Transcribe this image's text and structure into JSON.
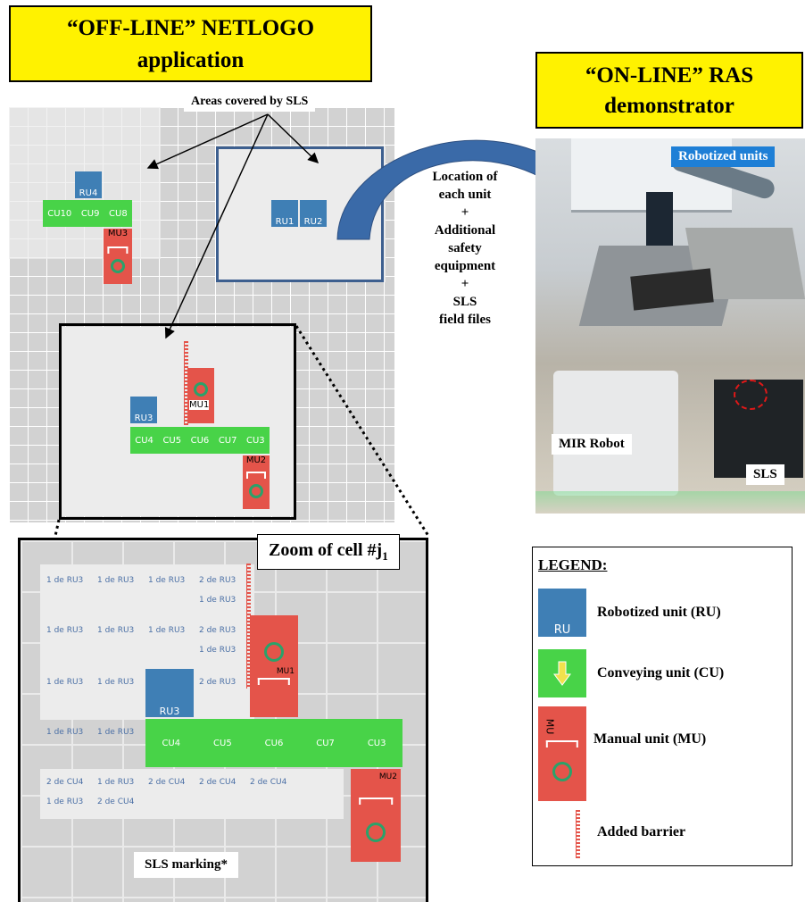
{
  "offline_title": [
    "“OFF-LINE” NETLOGO",
    "application"
  ],
  "online_title": [
    "“ON-LINE” RAS",
    "demonstrator"
  ],
  "sls_areas_label": "Areas covered by SLS",
  "center_text": [
    "Location of",
    "each unit",
    "+",
    "Additional",
    "safety",
    "equipment",
    "+",
    "SLS",
    "field files"
  ],
  "photo_labels": {
    "robotized_units": "Robotized units",
    "mir_robot": "MIR Robot",
    "sls": "SLS"
  },
  "zoom_label": {
    "text": "Zoom of cell #j",
    "sub": "1"
  },
  "sls_marking": "SLS marking*",
  "legend": {
    "title": "LEGEND:",
    "ru": "Robotized unit (RU)",
    "cu": "Conveying unit (CU)",
    "mu": "Manual unit (MU)",
    "barrier": "Added barrier"
  },
  "units_top": {
    "ru4": "RU4",
    "cu10": "CU10",
    "cu9": "CU9",
    "cu8": "CU8",
    "mu3": "MU3",
    "ru1": "RU1",
    "ru2": "RU2"
  },
  "units_mid": {
    "ru3": "RU3",
    "mu1": "MU1",
    "cu4": "CU4",
    "cu5": "CU5",
    "cu6": "CU6",
    "cu7": "CU7",
    "cu3": "CU3",
    "mu2": "MU2"
  },
  "zoom_units": {
    "ru3": "RU3",
    "mu1": "MU1",
    "cu4": "CU4",
    "cu5": "CU5",
    "cu6": "CU6",
    "cu7": "CU7",
    "cu3": "CU3",
    "mu2": "MU2"
  },
  "zoom_cells": {
    "r1c1": "1 de RU3",
    "r1c2": "1 de RU3",
    "r1c3": "1 de RU3",
    "r1c4a": "2 de RU3",
    "r1c4b": "1 de RU3",
    "r2c1": "1 de RU3",
    "r2c2": "1 de RU3",
    "r2c3": "1 de RU3",
    "r2c4a": "2 de RU3",
    "r2c4b": "1 de RU3",
    "r3c1": "1 de RU3",
    "r3c2": "1 de RU3",
    "r3c4": "2 de RU3",
    "r4c1": "1 de RU3",
    "r4c2": "1 de RU3",
    "r5c1a": "2 de CU4",
    "r5c1b": "1 de RU3",
    "r5c2a": "1 de RU3",
    "r5c2b": "2 de CU4",
    "r5c3": "2 de CU4",
    "r5c4": "2 de CU4",
    "r5c5": "2 de CU4"
  },
  "legend_glyphs": {
    "ru": "RU",
    "mu": "MU"
  },
  "colors": {
    "yellow": "#fff200",
    "ru_blue": "#3f7fb5",
    "cu_green": "#48d348",
    "mu_red": "#e4544a",
    "arrow_blue": "#3a6aa8"
  }
}
